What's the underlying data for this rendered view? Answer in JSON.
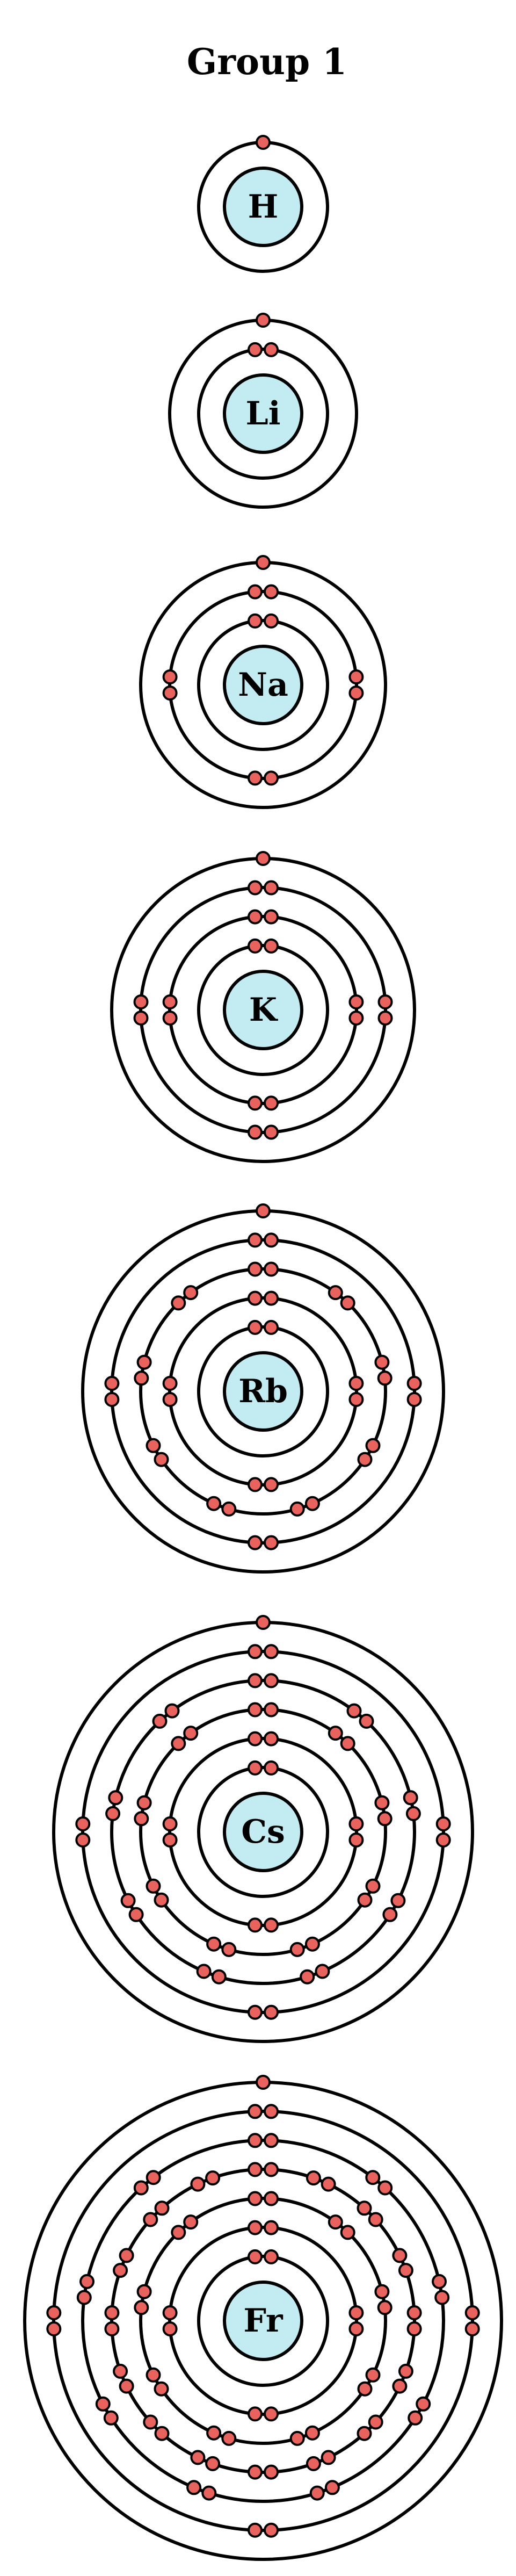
{
  "title": "Group 1",
  "colors": {
    "nucleus": "#c2ecf2",
    "electron": "#e8625e",
    "line": "#000000",
    "background": "#ffffff"
  },
  "elements": [
    {
      "symbol": "H",
      "shells": [
        1
      ]
    },
    {
      "symbol": "Li",
      "shells": [
        2,
        1
      ]
    },
    {
      "symbol": "Na",
      "shells": [
        2,
        8,
        1
      ]
    },
    {
      "symbol": "K",
      "shells": [
        2,
        8,
        8,
        1
      ]
    },
    {
      "symbol": "Rb",
      "shells": [
        2,
        8,
        18,
        8,
        1
      ]
    },
    {
      "symbol": "Cs",
      "shells": [
        2,
        8,
        18,
        18,
        8,
        1
      ]
    },
    {
      "symbol": "Fr",
      "shells": [
        2,
        8,
        18,
        32,
        18,
        8,
        1
      ]
    }
  ]
}
